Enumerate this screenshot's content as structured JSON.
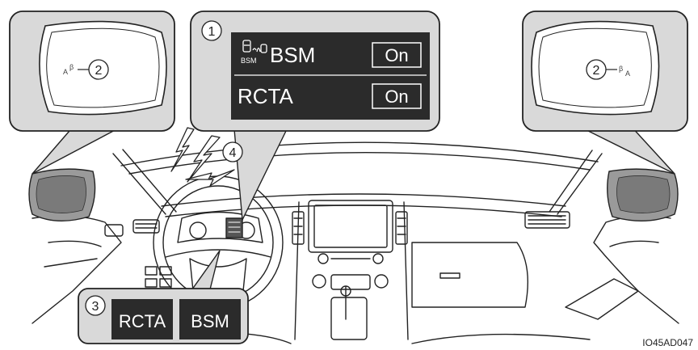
{
  "figure_code": "IO45AD047",
  "callouts": {
    "display": "1",
    "mirror_left": "2",
    "mirror_right": "2",
    "switch_panel": "3",
    "radar": "4"
  },
  "display_panel": {
    "row1_label": "BSM",
    "row1_sublabel": "BSM",
    "row1_value": "On",
    "row2_label": "RCTA",
    "row2_value": "On"
  },
  "switch_panel": {
    "button1_label": "RCTA",
    "button2_label": "BSM"
  },
  "icons": {
    "bsm": "bsm-car-icon",
    "mirror_indicator": "mirror-indicator-icon",
    "radar": "radar-lightning-icon"
  },
  "colors": {
    "panel_dark": "#2b2b2b",
    "callout_fill": "#d9d9d9",
    "line": "#222222",
    "text_light": "#ffffff"
  }
}
